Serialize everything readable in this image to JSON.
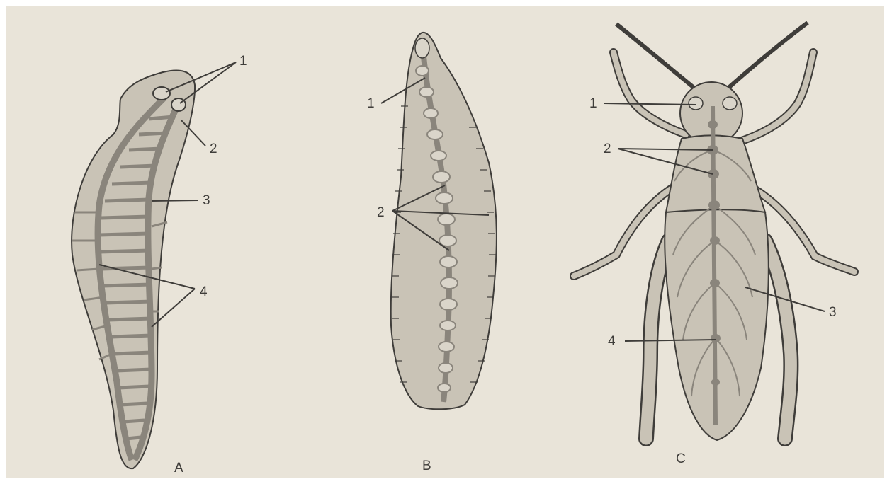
{
  "colors": {
    "paper": "#e9e4d9",
    "border": "#ffffff",
    "body_fill": "#c9c3b6",
    "ink": "#3f3d3a",
    "nerve": "#8a857c",
    "nerve_light": "#dad5ca"
  },
  "panels": {
    "A": {
      "caption": "A",
      "labels": {
        "l1": "1",
        "l2": "2",
        "l3": "3",
        "l4": "4"
      }
    },
    "B": {
      "caption": "B",
      "labels": {
        "l1": "1",
        "l2": "2"
      }
    },
    "C": {
      "caption": "C",
      "labels": {
        "l1": "1",
        "l2": "2",
        "l3": "3",
        "l4": "4"
      }
    }
  }
}
